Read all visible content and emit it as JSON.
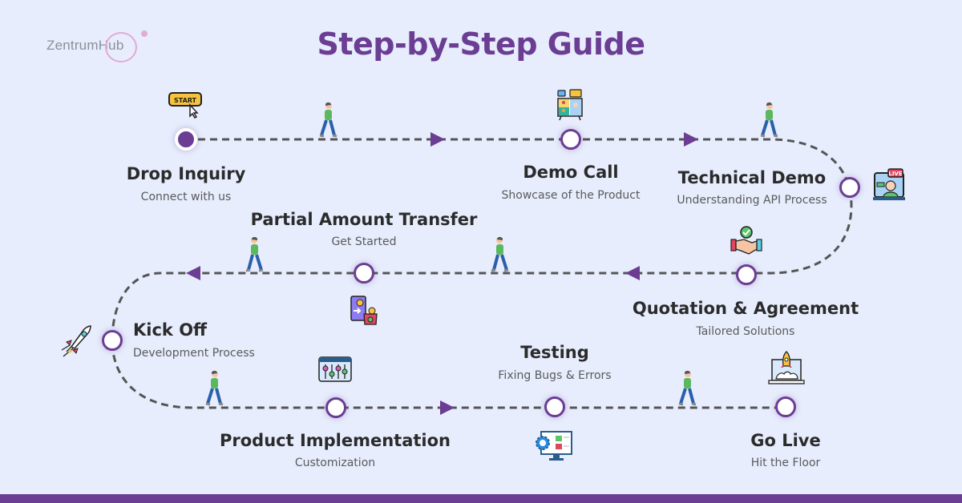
{
  "brand": {
    "name_part1": "Zentrum",
    "name_part2": "Hub"
  },
  "header": {
    "title": "Step-by-Step Guide"
  },
  "colors": {
    "accent": "#6b3d93",
    "background": "#e7edfd",
    "path": "#555555",
    "text": "#2b2b2b"
  },
  "steps": [
    {
      "title": "Drop Inquiry",
      "subtitle": "Connect with us",
      "icon": "start-button-icon"
    },
    {
      "title": "Demo Call",
      "subtitle": "Showcase of the Product",
      "icon": "video-conference-icon"
    },
    {
      "title": "Technical Demo",
      "subtitle": "Understanding API Process",
      "icon": "live-stream-icon"
    },
    {
      "title": "Quotation & Agreement",
      "subtitle": "Tailored Solutions",
      "icon": "handshake-icon"
    },
    {
      "title": "Partial Amount Transfer",
      "subtitle": "Get Started",
      "icon": "mobile-payment-icon"
    },
    {
      "title": "Kick Off",
      "subtitle": "Development Process",
      "icon": "rocket-icon"
    },
    {
      "title": "Product Implementation",
      "subtitle": "Customization",
      "icon": "settings-sliders-icon"
    },
    {
      "title": "Testing",
      "subtitle": "Fixing Bugs & Errors",
      "icon": "code-testing-icon"
    },
    {
      "title": "Go Live",
      "subtitle": "Hit the Floor",
      "icon": "laptop-launch-icon"
    }
  ],
  "icon_labels": {
    "start": "START",
    "live": "LIVE"
  }
}
